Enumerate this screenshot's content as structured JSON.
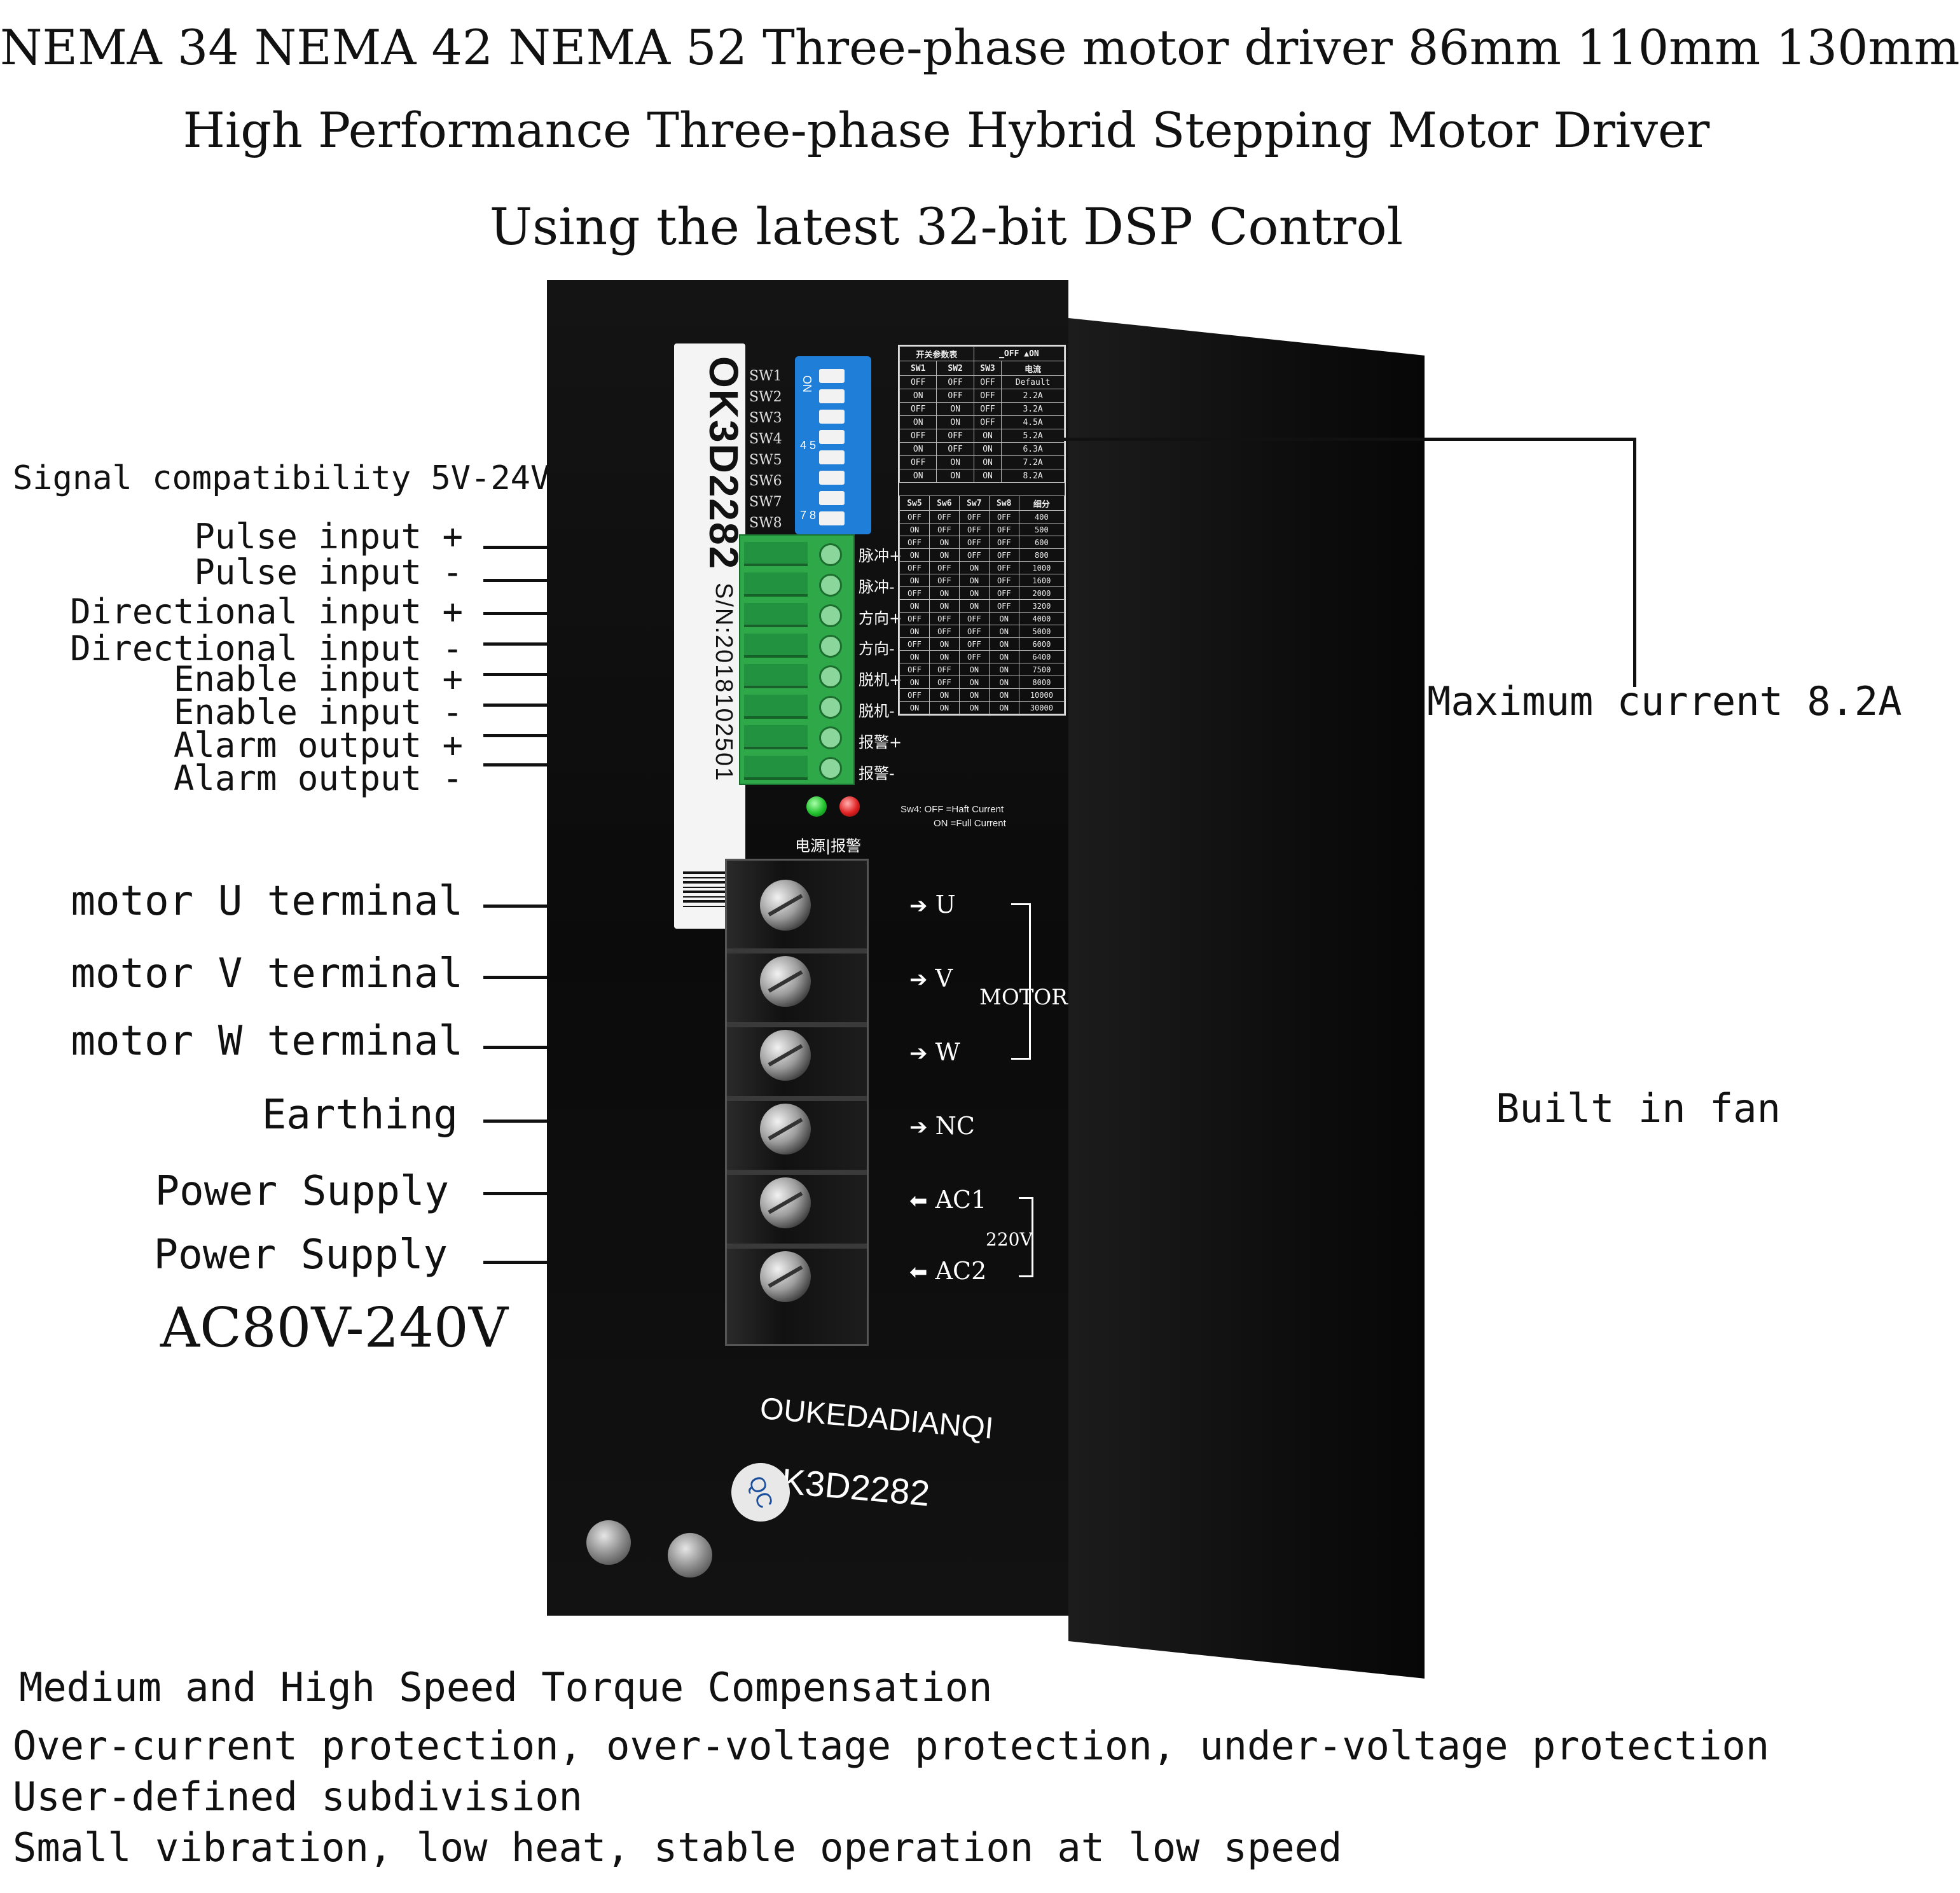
{
  "headings": {
    "line1": "NEMA 34 NEMA 42 NEMA 52 Three-phase motor driver 86mm 110mm 130mm",
    "line2": "High Performance Three-phase Hybrid Stepping Motor Driver",
    "line3": "Using the latest 32-bit DSP Control"
  },
  "callouts": {
    "signal_compat": "Signal compatibility 5V-24V",
    "pulse_plus": "Pulse input +",
    "pulse_minus": "Pulse input -",
    "dir_plus": "Directional input +",
    "dir_minus": "Directional input -",
    "enable_plus": "Enable input +",
    "enable_minus": "Enable input -",
    "alarm_plus": "Alarm output +",
    "alarm_minus": "Alarm output -",
    "motor_u": "motor U terminal",
    "motor_v": "motor V terminal",
    "motor_w": "motor W terminal",
    "earthing": "Earthing",
    "power1": "Power Supply",
    "power2": "Power Supply",
    "ac_range": "AC80V-240V",
    "max_current": "Maximum current 8.2A",
    "fan": "Built in fan"
  },
  "features": [
    "Medium and High Speed Torque Compensation",
    "Over-current protection, over-voltage protection, under-voltage protection",
    "User-defined subdivision",
    "Small vibration, low heat, stable operation at low speed"
  ],
  "device": {
    "model_label": "OK3D2282",
    "serial": "S/N:2018102501",
    "brand": "OUKEDADIANQI",
    "model": "OK3D2282",
    "qc": "QC",
    "dip_labels": [
      "SW1",
      "SW2",
      "SW3",
      "SW4",
      "SW5",
      "SW6",
      "SW7",
      "SW8"
    ],
    "dip_on": "ON",
    "dip_numbers": [
      "4 5",
      "7 8"
    ],
    "signal_terminals": [
      "脉冲+",
      "脉冲-",
      "方向+",
      "方向-",
      "脱机+",
      "脱机-",
      "报警+",
      "报警-"
    ],
    "led_labels": "电源|报警",
    "power_terminals": {
      "u": "U",
      "v": "V",
      "w": "W",
      "nc": "NC",
      "ac1": "AC1",
      "ac2": "AC2",
      "motor_group": "MOTOR",
      "voltage_group": "220V"
    },
    "colors": {
      "case": "#0d0d0d",
      "terminal_green": "#2fa84a",
      "dip_blue": "#1f7fd8",
      "led_power": "#22c22e",
      "led_alarm": "#e02020"
    }
  },
  "current_table": {
    "title": "开关参数表",
    "legend": "▁OFF ▲ON",
    "headers": [
      "SW1",
      "SW2",
      "SW3",
      "电流"
    ],
    "rows": [
      [
        "OFF",
        "OFF",
        "OFF",
        "Default"
      ],
      [
        "ON",
        "OFF",
        "OFF",
        "2.2A"
      ],
      [
        "OFF",
        "ON",
        "OFF",
        "3.2A"
      ],
      [
        "ON",
        "ON",
        "OFF",
        "4.5A"
      ],
      [
        "OFF",
        "OFF",
        "ON",
        "5.2A"
      ],
      [
        "ON",
        "OFF",
        "ON",
        "6.3A"
      ],
      [
        "OFF",
        "ON",
        "ON",
        "7.2A"
      ],
      [
        "ON",
        "ON",
        "ON",
        "8.2A"
      ]
    ]
  },
  "subdivision_table": {
    "headers": [
      "Sw5",
      "Sw6",
      "Sw7",
      "Sw8",
      "细分"
    ],
    "rows": [
      [
        "OFF",
        "OFF",
        "OFF",
        "OFF",
        "400"
      ],
      [
        "ON",
        "OFF",
        "OFF",
        "OFF",
        "500"
      ],
      [
        "OFF",
        "ON",
        "OFF",
        "OFF",
        "600"
      ],
      [
        "ON",
        "ON",
        "OFF",
        "OFF",
        "800"
      ],
      [
        "OFF",
        "OFF",
        "ON",
        "OFF",
        "1000"
      ],
      [
        "ON",
        "OFF",
        "ON",
        "OFF",
        "1600"
      ],
      [
        "OFF",
        "ON",
        "ON",
        "OFF",
        "2000"
      ],
      [
        "ON",
        "ON",
        "ON",
        "OFF",
        "3200"
      ],
      [
        "OFF",
        "OFF",
        "OFF",
        "ON",
        "4000"
      ],
      [
        "ON",
        "OFF",
        "OFF",
        "ON",
        "5000"
      ],
      [
        "OFF",
        "ON",
        "OFF",
        "ON",
        "6000"
      ],
      [
        "ON",
        "ON",
        "OFF",
        "ON",
        "6400"
      ],
      [
        "OFF",
        "OFF",
        "ON",
        "ON",
        "7500"
      ],
      [
        "ON",
        "OFF",
        "ON",
        "ON",
        "8000"
      ],
      [
        "OFF",
        "ON",
        "ON",
        "ON",
        "10000"
      ],
      [
        "ON",
        "ON",
        "ON",
        "ON",
        "30000"
      ]
    ],
    "note1": "Sw4: OFF  =Haft Current",
    "note2": "ON =Full Current"
  }
}
